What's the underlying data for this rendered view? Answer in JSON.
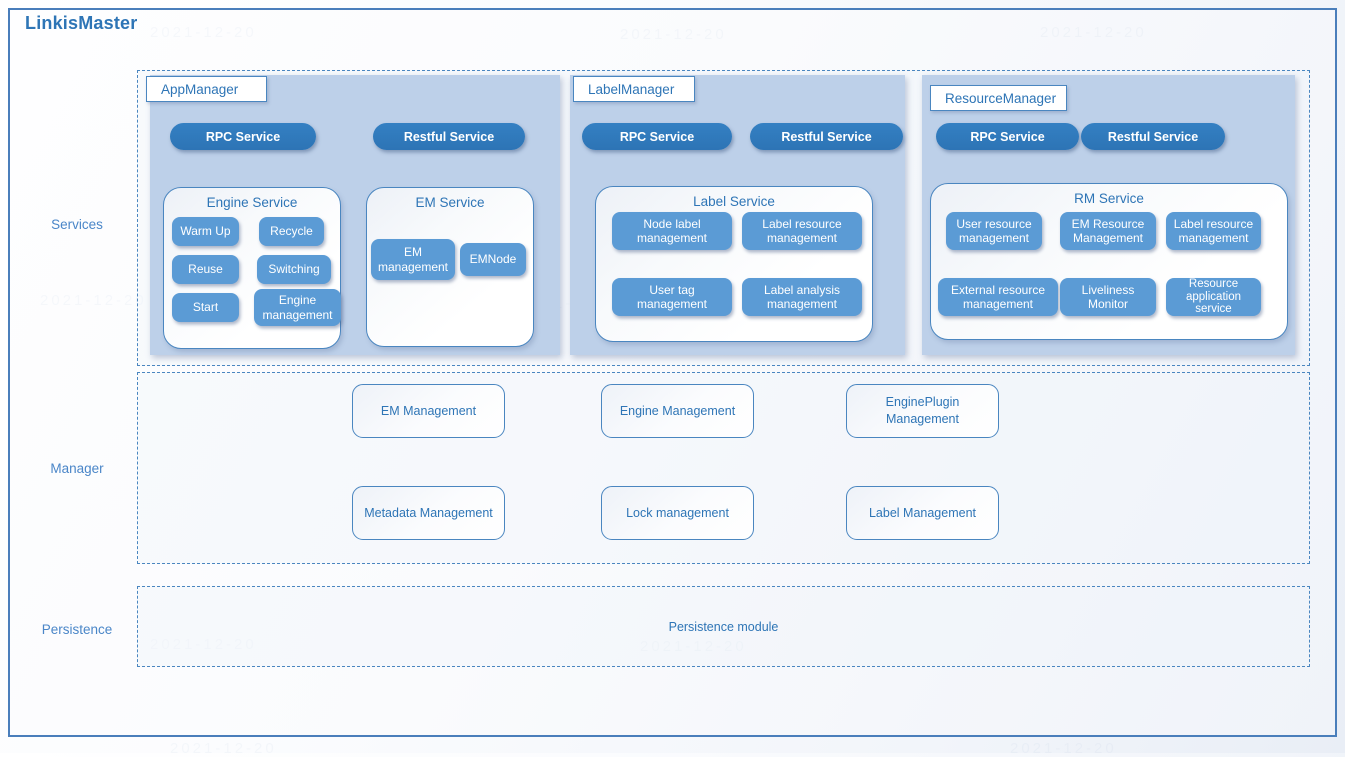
{
  "header": {
    "title": "LinkisMaster"
  },
  "watermark": {
    "text": "2021-12-20"
  },
  "rows": {
    "services": {
      "label": "Services"
    },
    "manager": {
      "label": "Manager"
    },
    "persistence": {
      "label": "Persistence",
      "module_label": "Persistence module"
    }
  },
  "services": {
    "app_manager": {
      "title": "AppManager",
      "rpc": "RPC Service",
      "restful": "Restful Service",
      "engine_service": {
        "title": "Engine Service",
        "items": [
          "Warm Up",
          "Recycle",
          "Reuse",
          "Switching",
          "Start",
          "Engine management"
        ]
      },
      "em_service": {
        "title": "EM Service",
        "items": [
          "EM management",
          "EMNode"
        ]
      }
    },
    "label_manager": {
      "title": "LabelManager",
      "rpc": "RPC Service",
      "restful": "Restful Service",
      "label_service": {
        "title": "Label Service",
        "items": [
          "Node label management",
          "Label resource management",
          "User tag management",
          "Label analysis management"
        ]
      }
    },
    "resource_manager": {
      "title": "ResourceManager",
      "rpc": "RPC Service",
      "restful": "Restful Service",
      "rm_service": {
        "title": "RM Service",
        "items": [
          "User resource management",
          "EM Resource Management",
          "Label resource management",
          "External resource management",
          "Liveliness Monitor",
          "Resource application service"
        ]
      }
    }
  },
  "manager": {
    "boxes": [
      "EM Management",
      "Engine Management",
      "EnginePlugin Management",
      "Metadata Management",
      "Lock management",
      "Label Management"
    ]
  },
  "colors": {
    "accent_dark": "#2e75b6",
    "accent_mid": "#5b9bd5",
    "panel_bg": "#bdd0e9",
    "border_blue": "#4a86c0",
    "frame_border": "#4a7ebb"
  }
}
